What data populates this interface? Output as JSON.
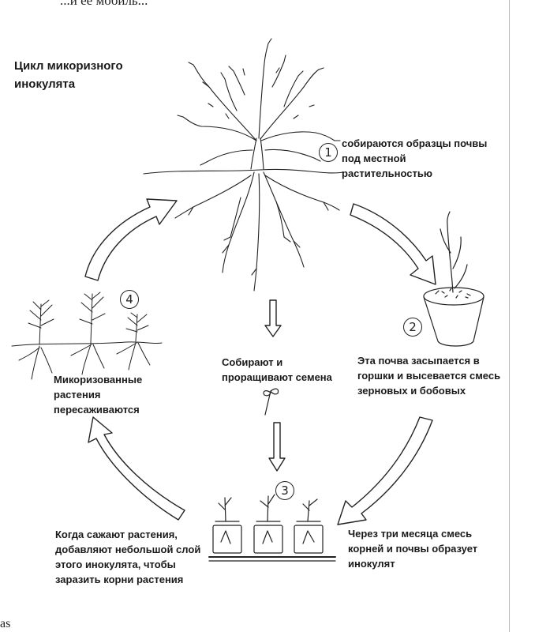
{
  "header_fragment": "...и её мобиль...",
  "footer_fragment": "as",
  "title": "Цикл микоризного\nинокулята",
  "steps": [
    {
      "number": "1",
      "text": "собираются образцы почвы\nпод местной\nрастительностью"
    },
    {
      "number": "2",
      "text": "Эта почва засыпается в\nгоршки и высевается смесь\nзерновых и бобовых"
    },
    {
      "number": "3",
      "text": "Через три месяца смесь\nкорней и почвы образует\nинокулят"
    },
    {
      "number": "4",
      "text": "Микоризованные\nрастения\nпересаживаются"
    }
  ],
  "seeds_text": "Собирают и\nпроращивают семена",
  "planting_text": "Когда сажают растения,\nдобавляют небольшой слой\nэтого инокулята, чтобы\nзаразить корни растения"
}
